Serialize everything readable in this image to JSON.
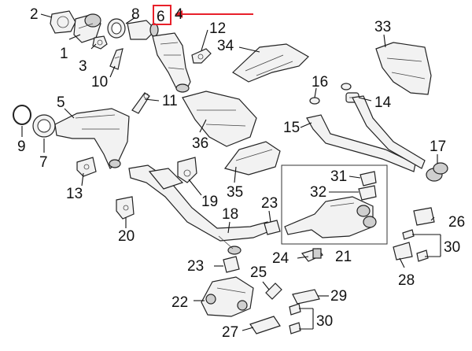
{
  "callouts": [
    {
      "id": "c2",
      "text": "2"
    },
    {
      "id": "c8",
      "text": "8"
    },
    {
      "id": "c6",
      "text": "6"
    },
    {
      "id": "c4",
      "text": "4"
    },
    {
      "id": "c1",
      "text": "1"
    },
    {
      "id": "c3",
      "text": "3"
    },
    {
      "id": "c10",
      "text": "10"
    },
    {
      "id": "c12",
      "text": "12"
    },
    {
      "id": "c34",
      "text": "34"
    },
    {
      "id": "c33",
      "text": "33"
    },
    {
      "id": "c16",
      "text": "16"
    },
    {
      "id": "c14",
      "text": "14"
    },
    {
      "id": "c5",
      "text": "5"
    },
    {
      "id": "c11",
      "text": "11"
    },
    {
      "id": "c9",
      "text": "9"
    },
    {
      "id": "c7",
      "text": "7"
    },
    {
      "id": "c36",
      "text": "36"
    },
    {
      "id": "c15",
      "text": "15"
    },
    {
      "id": "c17",
      "text": "17"
    },
    {
      "id": "c13",
      "text": "13"
    },
    {
      "id": "c35",
      "text": "35"
    },
    {
      "id": "c19",
      "text": "19"
    },
    {
      "id": "c31",
      "text": "31"
    },
    {
      "id": "c32",
      "text": "32"
    },
    {
      "id": "c23a",
      "text": "23"
    },
    {
      "id": "c18",
      "text": "18"
    },
    {
      "id": "c26",
      "text": "26"
    },
    {
      "id": "c20",
      "text": "20"
    },
    {
      "id": "c30a",
      "text": "30"
    },
    {
      "id": "c24",
      "text": "24"
    },
    {
      "id": "c21",
      "text": "21"
    },
    {
      "id": "c23b",
      "text": "23"
    },
    {
      "id": "c28",
      "text": "28"
    },
    {
      "id": "c25",
      "text": "25"
    },
    {
      "id": "c29",
      "text": "29"
    },
    {
      "id": "c22",
      "text": "22"
    },
    {
      "id": "c30b",
      "text": "30"
    },
    {
      "id": "c27",
      "text": "27"
    }
  ],
  "highlight": {
    "callout": "6",
    "color": "#e8202a"
  }
}
